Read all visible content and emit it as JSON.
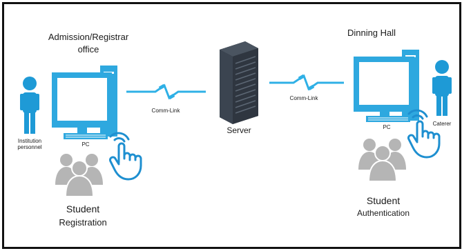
{
  "labels": {
    "admission_line1": "Admission/Registrar",
    "admission_line2": "office",
    "institution_line1": "Institution",
    "institution_line2": "personnel",
    "pc_left": "PC",
    "comm_link_left": "Comm-Link",
    "server": "Server",
    "comm_link_right": "Comm-Link",
    "dinning_hall": "Dinning Hall",
    "caterer": "Caterer",
    "pc_right": "PC",
    "student_registration_line1": "Student",
    "student_registration_line2": "Registration",
    "student_auth_line1": "Student",
    "student_auth_line2": "Authentication"
  },
  "colors": {
    "person_blue": "#1e9ad6",
    "monitor_blue": "#2ea8df",
    "screen_white": "#ffffff",
    "link_blue": "#2fb0e6",
    "server_dark": "#2f3640",
    "group_gray": "#b5b5b5",
    "hand_blue": "#1e8fd0"
  },
  "icons": {
    "institution_person": "person-icon",
    "caterer_person": "person-icon",
    "pc_left": "desktop-pc-icon",
    "pc_right": "desktop-pc-icon",
    "server": "server-rack-icon",
    "link_left": "lightning-link-icon",
    "link_right": "lightning-link-icon",
    "group_left": "user-group-icon",
    "group_right": "user-group-icon",
    "hand_left": "pointing-hand-icon",
    "hand_right": "pointing-hand-icon"
  }
}
